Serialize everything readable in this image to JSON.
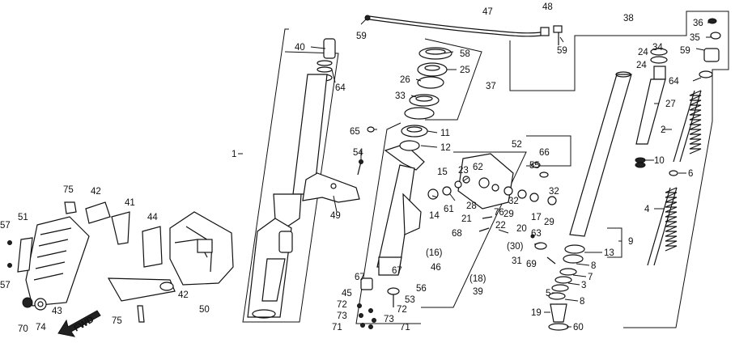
{
  "diagram": {
    "fwd_label": "FWD",
    "labels": {
      "l1": "1",
      "l2": "2",
      "l3": "3",
      "l4": "4",
      "l5": "5",
      "l6": "6",
      "l7": "7",
      "l8a": "8",
      "l8b": "8",
      "l9": "9",
      "l10": "10",
      "l11": "11",
      "l12": "12",
      "l13": "13",
      "l14": "14",
      "l15": "15",
      "l16": "(16)",
      "l17": "17",
      "l18": "(18)",
      "l19": "19",
      "l20": "20",
      "l21": "21",
      "l22": "22",
      "l23": "23",
      "l24a": "24",
      "l24b": "24",
      "l25": "25",
      "l26": "26",
      "l27": "27",
      "l28": "28",
      "l29a": "29",
      "l29b": "29",
      "l30": "(30)",
      "l31": "31",
      "l32a": "32",
      "l32b": "32",
      "l33": "33",
      "l34": "34",
      "l35": "35",
      "l36": "36",
      "l37": "37",
      "l38": "38",
      "l39": "39",
      "l40": "40",
      "l41": "41",
      "l42a": "42",
      "l42b": "42",
      "l43": "43",
      "l44": "44",
      "l45": "45",
      "l46": "46",
      "l47": "47",
      "l48": "48",
      "l49": "49",
      "l50": "50",
      "l51": "51",
      "l52": "52",
      "l53": "53",
      "l54": "54",
      "l55": "55",
      "l56": "56",
      "l57a": "57",
      "l57b": "57",
      "l58": "58",
      "l59a": "59",
      "l59b": "59",
      "l59c": "59",
      "l60": "60",
      "l61": "61",
      "l62": "62",
      "l63": "63",
      "l64a": "64",
      "l64b": "64",
      "l65": "65",
      "l66": "66",
      "l67a": "67",
      "l67b": "67",
      "l68": "68",
      "l69": "69",
      "l70": "70",
      "l71a": "71",
      "l71b": "71",
      "l72a": "72",
      "l72b": "72",
      "l73a": "73",
      "l73b": "73",
      "l74": "74",
      "l75a": "75",
      "l75b": "75",
      "l76": "76"
    }
  }
}
